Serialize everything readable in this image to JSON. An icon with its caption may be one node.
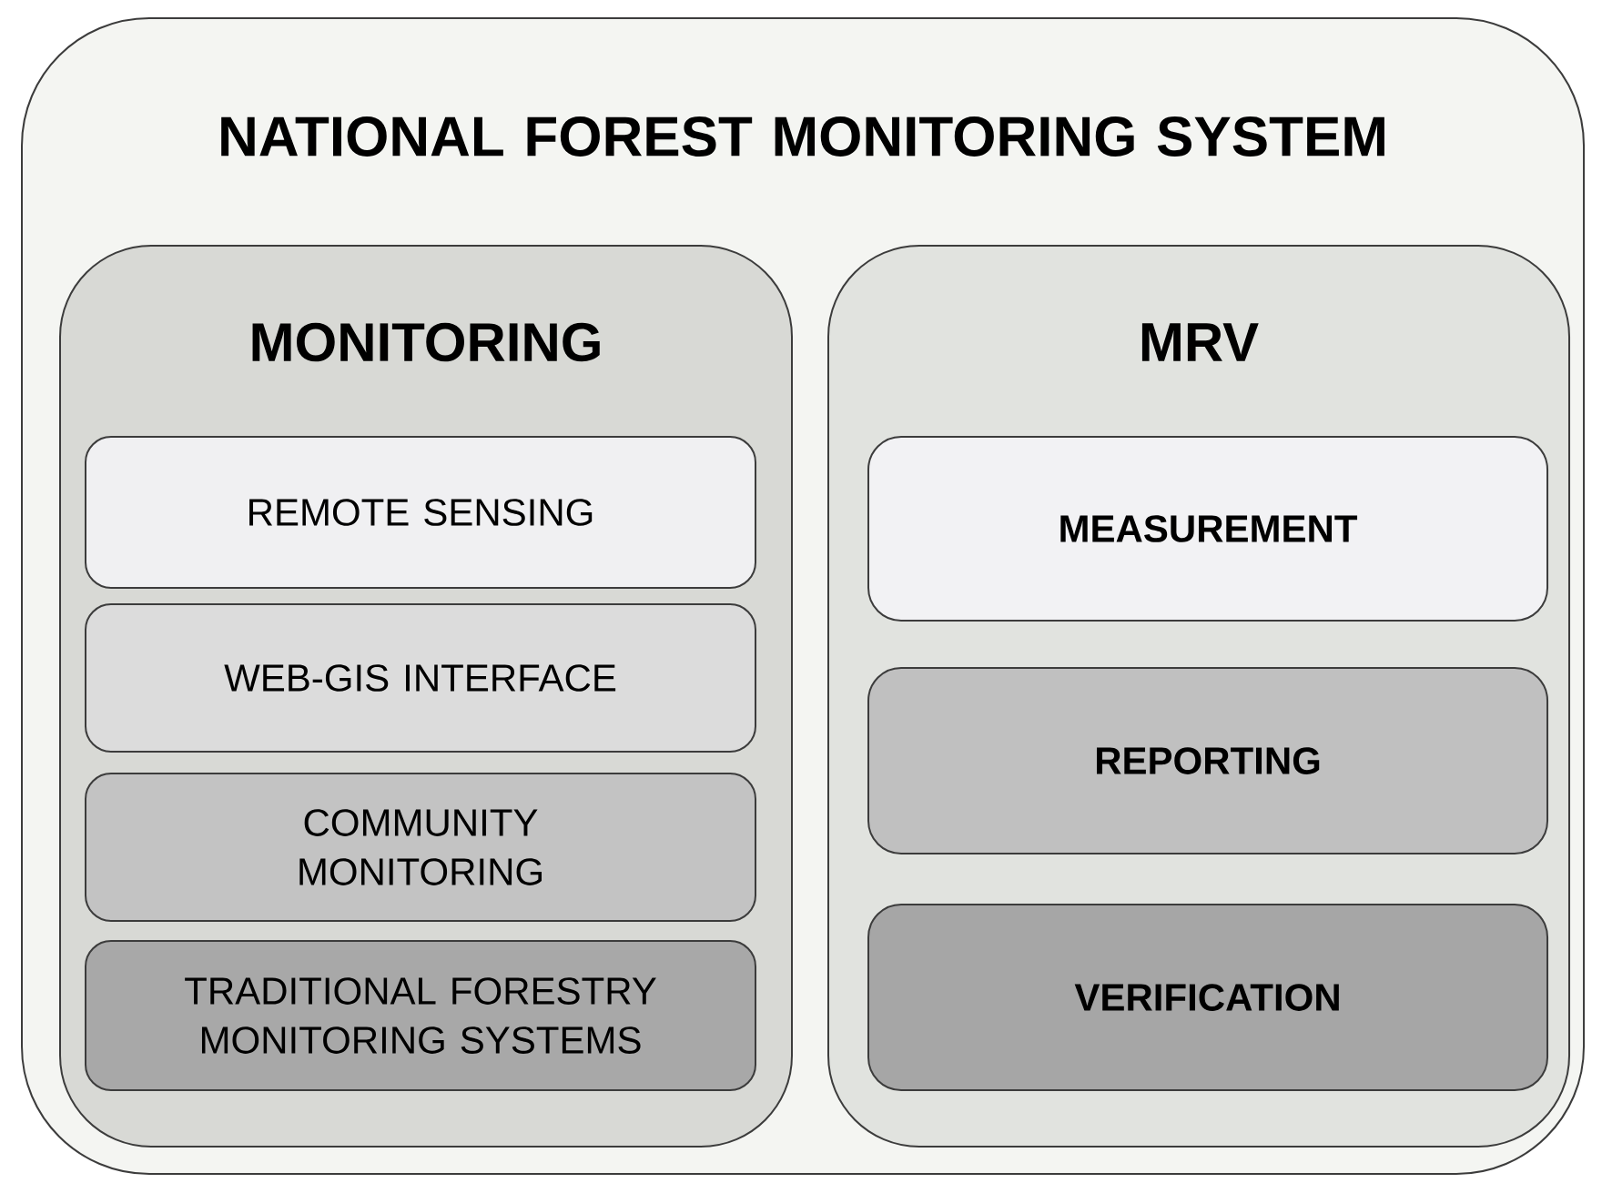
{
  "diagram": {
    "nodes": [
      {
        "text": [
          "NATIONAL FOREST MONITORING SYSTEM"
        ]
      },
      {
        "text": [
          "MONITORING"
        ],
        "in": 0
      },
      {
        "text": [
          "REMOTE SENSING"
        ],
        "in": 1
      },
      {
        "text": [
          "WEB-GIS INTERFACE"
        ],
        "in": 1
      },
      {
        "text": [
          "COMMUNITY MONITORING"
        ],
        "in": 1
      },
      {
        "text": [
          "TRADITIONAL FORESTRY MONITORING SYSTEMS"
        ],
        "in": 1
      },
      {
        "text": [
          "MRV"
        ],
        "in": 0
      },
      {
        "text": [
          "MEASUREMENT"
        ],
        "in": 6
      },
      {
        "text": [
          "REPORTING"
        ],
        "in": 6
      },
      {
        "text": [
          "VERIFICATION"
        ],
        "in": 6
      }
    ]
  }
}
